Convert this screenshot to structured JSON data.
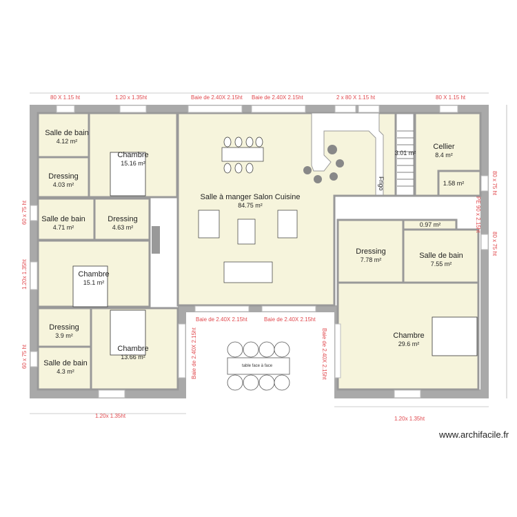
{
  "rooms": [
    {
      "name": "Salle de bain",
      "area": "4.12 m²"
    },
    {
      "name": "Dressing",
      "area": "4.03 m²"
    },
    {
      "name": "Chambre",
      "area": "15.16 m²"
    },
    {
      "name": "Salle à manger Salon Cuisine",
      "area": "84.75 m²"
    },
    {
      "name": "",
      "area": "3.01 m²"
    },
    {
      "name": "Cellier",
      "area": "8.4 m²"
    },
    {
      "name": "",
      "area": "1.58 m²"
    },
    {
      "name": "Salle de bain",
      "area": "4.71 m²"
    },
    {
      "name": "Dressing",
      "area": "4.63 m²"
    },
    {
      "name": "Chambre",
      "area": "15.1 m²"
    },
    {
      "name": "Dressing",
      "area": "3.9 m²"
    },
    {
      "name": "Salle de bain",
      "area": "4.3 m²"
    },
    {
      "name": "Chambre",
      "area": "13.66 m²"
    },
    {
      "name": "Dressing",
      "area": "7.78 m²"
    },
    {
      "name": "",
      "area": "0.97 m²"
    },
    {
      "name": "Salle de bain",
      "area": "7.55 m²"
    },
    {
      "name": "Chambre",
      "area": "29.6 m²"
    }
  ],
  "openings": [
    "80 X 1.15 ht",
    "1.20 x 1.35ht",
    "Baie de 2.40X 2.15ht",
    "Baie de 2.40X 2.15ht",
    "2 x 80 X 1.15 ht",
    "80 X 1.15 ht",
    "60 x 75 ht",
    "1.20x 1.35ht",
    "60 x 75 ht",
    "80 x 75 ht",
    "PE 90 x 2.15ht",
    "80 x 75 ht",
    "Baie de 2.40X 2.15ht",
    "Baie de 2.40X 2.15ht",
    "Baie de 2.40X 2.15ht",
    "Baie de 2.40X 2.15ht",
    "1.20x 1.35ht",
    "1.20x 1.35ht"
  ],
  "fridge_label": "Frigo",
  "terrace_table": "table face à face",
  "watermark": "www.archifacile.fr",
  "colors": {
    "room": "#f6f4dc",
    "wall": "#a9a9a9",
    "opening_label": "#e0474c"
  }
}
